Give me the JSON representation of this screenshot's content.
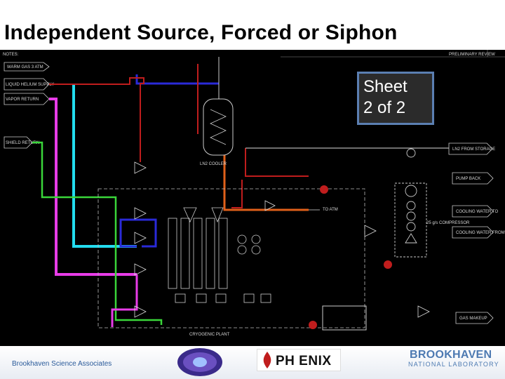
{
  "slide": {
    "title": "Independent Source, Forced or Siphon",
    "sheet_label": "Sheet\n2 of 2"
  },
  "diagram": {
    "notes_label": "NOTES:",
    "header_label": "PRELIMINARY REVIEW",
    "inlet_labels": [
      "WARM GAS 3 ATM",
      "LIQUID HELIUM SUPPLY",
      "VAPOR RETURN",
      "SHIELD RETURN"
    ],
    "right_labels": [
      "LN2 FROM STORAGE",
      "PUMP BACK",
      "COOLING WATER TO",
      "COOLING WATER FROM",
      "GAS MAKEUP"
    ],
    "compressor_label": "25 g/s COMPRESSOR",
    "cooler_label": "LN2 COOLER",
    "to_atm_label": "TO ATM",
    "plant_label": "CRYOGENIC PLANT",
    "line_colors": {
      "warm_gas": "#2a2ad8",
      "helium_supply": "#c01d1d",
      "vapor_return": "#e83ce8",
      "shield_return": "#3ad63a",
      "cyan_line": "#23dcef",
      "orange_line": "#e0601a"
    }
  },
  "footer": {
    "org_text": "Brookhaven Science Associates",
    "phenix_text": "PH ENIX",
    "bnl_name": "BROOKHAVEN",
    "bnl_sub": "NATIONAL LABORATORY"
  }
}
